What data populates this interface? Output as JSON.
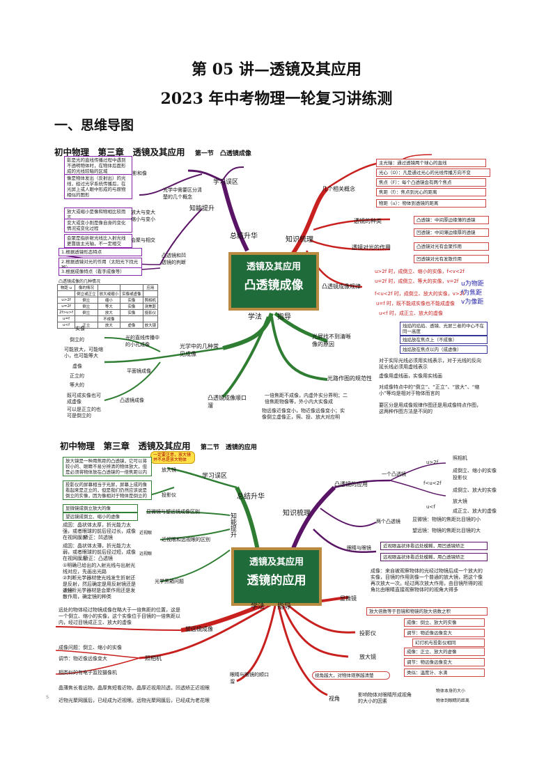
{
  "title": {
    "line1": "第 05 讲—透镜及其应用",
    "line2": "2023 年中考物理一轮复习讲练测"
  },
  "section": "一、思维导图",
  "map1": {
    "header_main": "初中物理　第三章　透镜及其应用",
    "header_sub": "第一节　凸透镜成像",
    "board_line1": "透镜及其应用",
    "board_line2": "凸透镜成像",
    "branches": {
      "summary": "总结升华",
      "knowledge": "知识梳理",
      "method": "学法",
      "guide": "指导",
      "misread": "学习误区",
      "improve": "知能提升"
    },
    "left": {
      "concepts": "光学中需要区分清楚的几个概念",
      "image": "影和像",
      "enlarge": "放大与变大缩小与变小",
      "converge": "会聚与相交",
      "judge": "凸透镜和凹透镜的判断",
      "n1": "影是光的直线传播过程中遇到不透明物体时，在物体后面形成的光线较暗的区域",
      "n2": "像是物体发出（反射出）的光线，经过光学系统传播后，在光屏上或人眼中形成的与原物相似的图形",
      "n3": "放大或缩小是像和物相比较而言",
      "n4": "变大或变小则是像自身的变化情况或变化过程",
      "n5": "会聚是指折射光线比入射光线更靠拢主光轴，不一定相交",
      "j1": "1.根据透镜形态特点",
      "j2": "2.根据透镜对光的作用（太阳光下找光斑）",
      "j3": "3.根据成像特点（看字成像等）",
      "table_title": "凸透镜成像的几种情况",
      "table_head": [
        "物距 u",
        "像的情况",
        "",
        "",
        "应用"
      ],
      "table_head2": [
        "",
        "倒立或正立",
        "放大或缩小",
        "实像或虚像",
        ""
      ],
      "table_rows": [
        [
          "u>2f",
          "倒立",
          "缩小",
          "实像",
          "照相机"
        ],
        [
          "u=2f",
          "倒立",
          "等大",
          "实像",
          "测焦距"
        ],
        [
          "2f>u>f",
          "倒立",
          "放大",
          "实像",
          "投影仪"
        ],
        [
          "u=f",
          "",
          "不成像",
          "",
          ""
        ],
        [
          "u<f",
          "正立",
          "放大",
          "虚像",
          "放大镜"
        ]
      ],
      "lightpath": "光学中的几种常见成像",
      "pinhole": "光的直线传播中的小孔成像",
      "plane": "平面镜成像",
      "convex": "凸透镜成像",
      "p1": "实像",
      "p2": "倒立的",
      "p3": "可能放大，可能缩小，也可能等大",
      "m1": "虚像",
      "m2": "正立的",
      "m3": "等大的",
      "c1": "既可成实像也可成虚像",
      "c2": "可以是正立的也可是倒立的"
    },
    "right": {
      "concepts": "几个相关概念",
      "kind": "透镜的种类",
      "effect": "透镜对光的作用",
      "rule": "凸透镜成像规律",
      "k1": "主光轴：通过透镜两个球心的直线",
      "k2": "光心（O）：凡是通过光心的光线传播方向不变",
      "k3": "焦点（F）：每个凸透镜会有两个焦点",
      "k4": "焦距（f）：焦点到光心的距离",
      "k5": "物距（u）：物体到透镜的距离",
      "s1": "凸透镜：中间厚边缘薄的透镜",
      "s2": "凹透镜：中间薄边缘厚的透镜",
      "e1": "凸透镜对光有会聚作用",
      "e2": "凹透镜对光有发散作用",
      "r1": "u>2f 时，成倒立、缩小的实像，f<v<2f",
      "r2": "u=2f 时，成倒立、等大的实像，v=2f",
      "r3": "f<u<2f 时，成倒立、放大的实像，v>2f",
      "r4": "u=f 时，既不能成实像也不能成虚像",
      "r5": "u<f 时，成正立、放大的虚像",
      "uvf1": "u为物距",
      "uvf2": "f为焦距",
      "uvf3": "v为像距",
      "noimg": "光屏找不到清晰像的原因",
      "n1": "烛焰的焰焰、透镜、光屏三者的中心不在同一高度",
      "n2": "烛焰放在焦点上（不成像）",
      "n3": "烛焰放在焦点以内（成虚像）",
      "draw": "光路作图的规范性",
      "d1": "对于实际光线必须用实线表示，对于光线的反向延长线必须用虚线表示",
      "d2": "虚像用虚线画，实像用实线画",
      "d3": "对成像特点中的“倒立”、“正立”、“放大”、“缩小”等均是相对于物体而言的",
      "d4": "要区分是用成像规律作图还是用成像特点作图，这两种作图方法是不同的",
      "rhyme": "凸透镜成像顺口溜",
      "y1": "一倍焦距不成像，内虚外实分界明；二倍焦距物像等，外小内大实像成",
      "y2": "物远像近像变小，物近像远像变小；实像倒立虚像正，照、投、放大对应明"
    }
  },
  "map2": {
    "header_main": "初中物理　第三章　透镜及其应用",
    "header_sub": "第二节　透镜的应用",
    "board_line1": "透镜及其应用",
    "board_line2": "透镜的应用",
    "branches": {
      "summary": "总结升华",
      "knowledge": "知识梳理",
      "method": "学法",
      "guide": "指导",
      "misread": "学习误区",
      "improve": "知能提升"
    },
    "note": "一定要注意，放大镜并不总是放大物体",
    "left": {
      "magnifier": "放大镜",
      "projector": "投影仪",
      "microtele": "显微镜与望远镜成像区别",
      "myopia": "近视眼和远视眼的区别",
      "camera_q": "光学黑箱问题",
      "near": "近视眼",
      "far": "远视眼",
      "a1": "放大镜是一种用焦距的凸透镜，它可以将较小的、眼睛不易分辨清的物体放大，但是必须将物体放在凸透镜的一倍焦距以内",
      "a2": "投影仪的屏幕相当于光屏，屏幕上成的像看起来是正立的，但是我们仍然应该说是倒立的实像，因为像相对于物体是倒立的",
      "a3": "显微镜成倒立放大的像",
      "a4": "望远镜成倒立、缩小的虚像",
      "b1": "成因：晶状体太厚，折光能力太强，或者眼球的前后径过长，成像在视网膜前",
      "b2": "矫正：凹透镜",
      "b3": "成因：晶状体太薄，折光能力太弱，或者眼球的前后径过短，成像在视网膜后",
      "b4": "矫正：凸透镜",
      "c1": "①明确已给出的入射光线与出射光线对应，先画出光路",
      "c2": "②判断光学器材使光线发生折射还是反射，然后确定是用反射镜还是透镜",
      "c3": "③分析光学器材是会聚作用还是发散作用，确定镜的种类",
      "tele": "望远镜成像",
      "t1": "远处的物体经过物镜成像在略大于一倍焦距的位置，这是一个倒立、缩小的实像，这个实像位于目镜的一倍焦距以内，经过目镜成正立、放大的虚像",
      "camera": "照相机",
      "p1": "成像问题：倒立、缩小的实像",
      "p2": "调节：物近像远像变大",
      "p3": "相类似的有电子监控摄像机",
      "eye": "眼睛与眼镜的顺口溜",
      "e1": "晶薄焦长看远物，晶厚焦短看近物，晶厚近视用凹透，凹透矫正近视眼",
      "e2": "近物光聚网膜后，已经成为近视眼。远物光聚网膜后，已经成为老花眼"
    },
    "right": {
      "app": "凸透镜的应用",
      "one": "一个凸透镜",
      "two": "两个凸透镜",
      "o1": "u>2f",
      "o1a": "照相机",
      "o1b": "成倒立、缩小的实像",
      "o2": "f<u<2f",
      "o2a": "投影仪",
      "o2b": "成倒立、放大的实像",
      "o3": "u<f",
      "o3a": "放大镜",
      "o3b": "成正立、放大的虚像",
      "w1": "显微镜：物镜的焦距比目镜的小",
      "w2": "望远镜：物镜的焦距比目镜的大",
      "eyes": "眼睛与眼镜",
      "g1": "近视眼晶状体看远处模糊，用凹透镜矫正",
      "g2": "远视眼晶状体看近处模糊，用凸透镜矫正",
      "micro": "显微镜",
      "m1": "成像：来自被观察物体的光经过物镜后成一个放大的实像，目镜的作用则像一个普通的放大镜，把这个像再次放大一次。经过两次放大作用，由目镜所得的视角比由眼睛直接观察物体时的视角大得多",
      "m2": "放大倍数等于目镜和物镜的放大倍数之积",
      "proj": "投影仪",
      "q1": "成像：倒立、放大的实像",
      "q2": "调节：物近像远像变大",
      "q3": "幻灯机与投影仪相同",
      "mag": "放大镜",
      "f1": "成像：正立、放大的虚像",
      "f2": "调节：物远像远像变大",
      "f3": "类似：温度计、水滴",
      "angle": "视角",
      "v0": "视角越大，对物体观察越清楚",
      "v1": "影响物体对眼睛所成视角的大小的因素",
      "v2": "物体本身的大小",
      "v3": "物体到眼睛的距离"
    }
  },
  "footer_mark": "s",
  "colors": {
    "red": "#c8201e",
    "purple": "#5a1466",
    "green": "#2e7d32",
    "board": "#1f6b3a",
    "frame": "#b98a40"
  }
}
